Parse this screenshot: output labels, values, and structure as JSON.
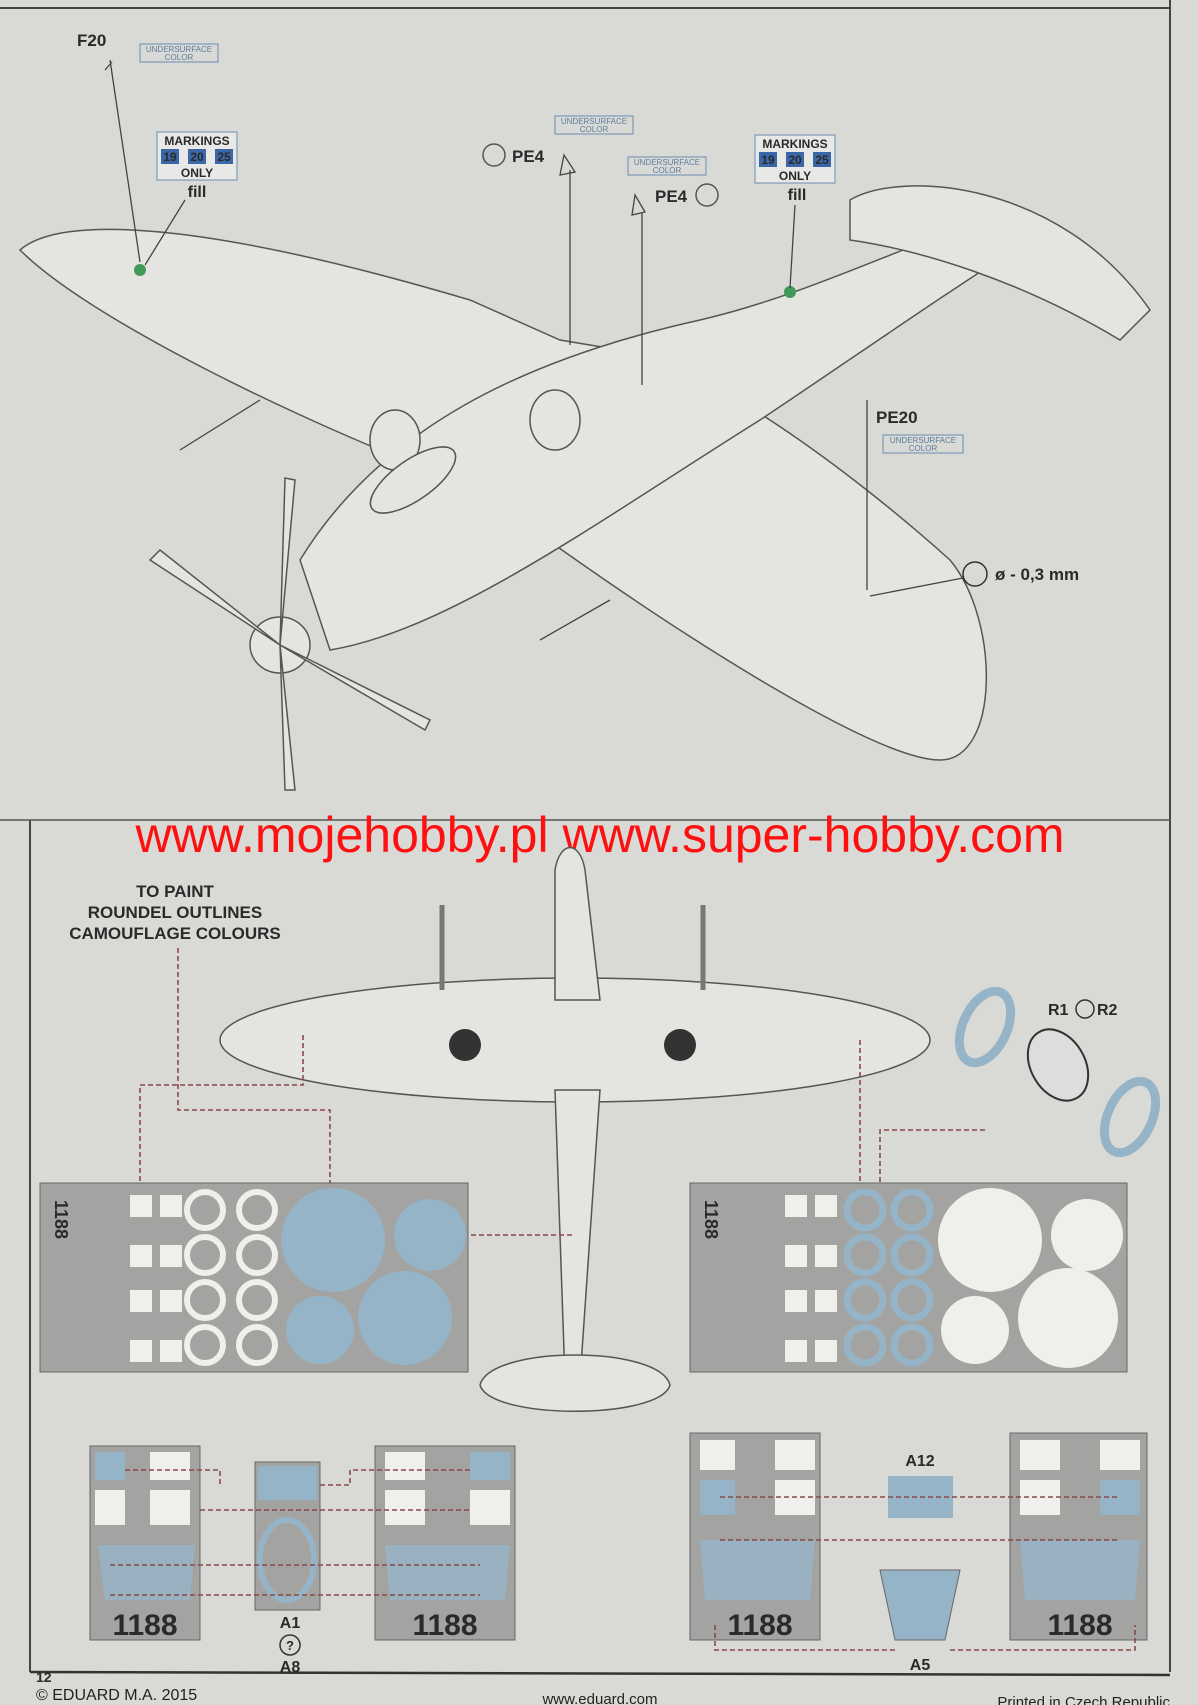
{
  "top_view": {
    "f20": "F20",
    "pe4_left": "PE4",
    "pe4_right": "PE4",
    "pe20": "PE20",
    "underside_line1": "UNDERSURFACE",
    "underside_line2": "COLOR",
    "markings_title": "MARKINGS",
    "markings_numbers": [
      "19",
      "20",
      "25"
    ],
    "markings_only": "ONLY",
    "fill": "fill",
    "drill_size": "ø - 0,3 mm"
  },
  "watermark": "www.mojehobby.pl www.super-hobby.com",
  "bottom_view": {
    "paint_note": [
      "TO PAINT",
      "ROUNDEL OUTLINES",
      "CAMOUFLAGE COLOURS"
    ],
    "r1": "R1",
    "r2": "R2",
    "mask_number": "1188",
    "a1": "A1",
    "a8": "A8",
    "a12": "A12",
    "a5": "A5",
    "question": "?"
  },
  "footer": {
    "page_number": "12",
    "copyright": "© EDUARD M.A. 2015",
    "website": "www.eduard.com",
    "printed": "Printed in Czech Republic"
  },
  "colors": {
    "mask_blue": "#96b4c8",
    "mask_gray": "#a3a3a1",
    "watermark": "#ff1010"
  }
}
